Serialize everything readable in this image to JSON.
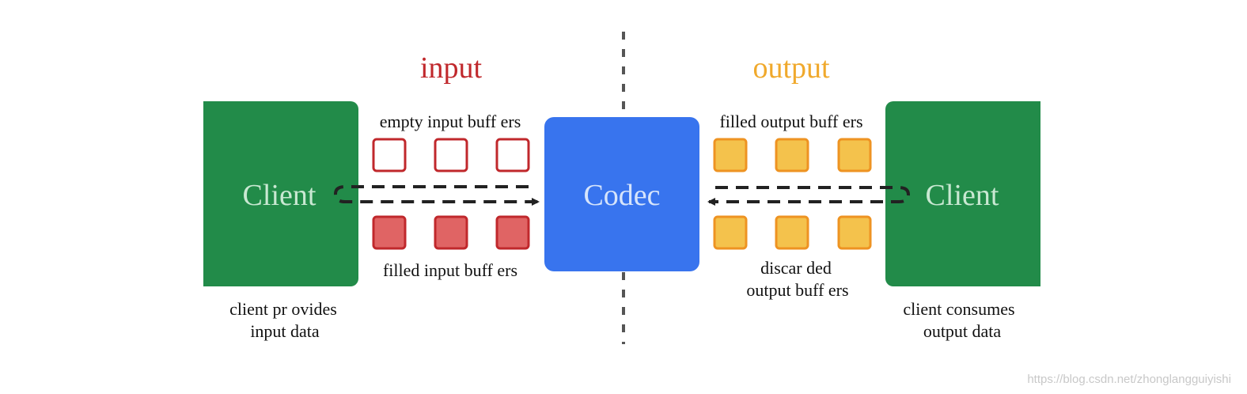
{
  "colors": {
    "client_green": "#228B49",
    "codec_blue": "#3874EE",
    "input_red": "#C0282C",
    "input_fill": "#E06464",
    "output_orange": "#EE9322",
    "output_fill": "#F4C24C",
    "output_title": "#F0A92C",
    "box_text": "#C9E8D2",
    "codec_text": "#D6E4FB",
    "arrow": "#222222",
    "divider": "#555555",
    "watermark": "#C8C8C8"
  },
  "labels": {
    "input_title": "input",
    "output_title": "output",
    "left_client": "Client",
    "codec": "Codec",
    "right_client": "Client",
    "empty_input": "empty input buff ers",
    "filled_input": "filled input buff ers",
    "filled_output": "filled output buff ers",
    "discarded_line1": "discar ded",
    "discarded_line2": "output buff ers",
    "client_provides_line1": "client pr ovides",
    "client_provides_line2": "input data",
    "client_consumes_line1": "client consumes",
    "client_consumes_line2": "output data",
    "watermark": "https://blog.csdn.net/zhonglangguiyishi"
  }
}
